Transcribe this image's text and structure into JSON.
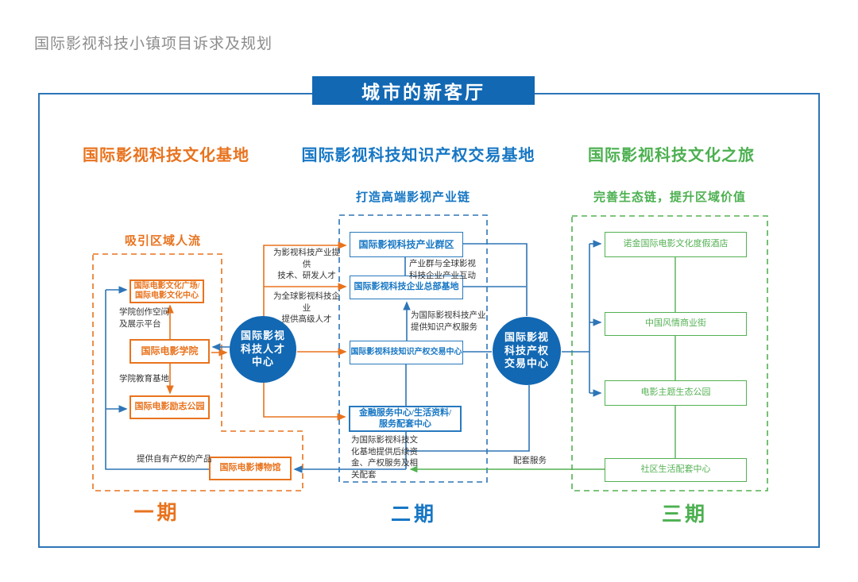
{
  "page_title": "国际影视科技小镇项目诉求及规划",
  "banner": "城市的新客厅",
  "phase1": {
    "header": "国际影视科技文化基地",
    "subheader": "吸引区域人流",
    "box_plaza": "国际电影文化广场/\n国际电影文化中心",
    "box_academy": "国际电影学院",
    "box_park": "国际电影励志公园",
    "box_museum": "国际电影博物馆",
    "label_creation_space": "学院创作空间\n及展示平台",
    "label_education": "学院教育基地",
    "label_products": "提供自有产权的产品",
    "phase_label": "一期"
  },
  "phase2": {
    "header": "国际影视科技知识产权交易基地",
    "subheader": "打造高端影视产业链",
    "box_cluster": "国际影视科技产业群区",
    "box_hq": "国际影视科技企业总部基地",
    "box_ip_center": "国际影视科技知识产权交易中心",
    "box_finance": "金融服务中心/生活资料/\n服务配套中心",
    "circle_talent": "国际影视\n科技人才\n中心",
    "circle_ip": "国际影视\n科技产权\n交易中心",
    "label_tech_talent": "为影视科技产业提供\n技术、研发人才",
    "label_senior_talent": "为全球影视科技企业\n提供高级人才",
    "label_interaction": "产业群与全球影视\n科技企业产业互动",
    "label_ip_service": "为国际影视科技产业\n提供知识产权服务",
    "label_funding": "为国际影视科技文\n化基地提供后续资\n金、产权服务及相\n关配套",
    "label_support": "配套服务",
    "phase_label": "二期"
  },
  "phase3": {
    "header": "国际影视科技文化之旅",
    "subheader": "完善生态链，提升区域价值",
    "box_hotel": "诺金国际电影文化度假酒店",
    "box_street": "中国风情商业街",
    "box_ecopark": "电影主题生态公园",
    "box_community": "社区生活配套中心",
    "phase_label": "三期"
  },
  "colors": {
    "orange": "#E8731E",
    "blue_fill": "#1268B3",
    "blue_line": "#2E75B6",
    "blue_text": "#1777C4",
    "green": "#53B152",
    "text_dark": "#333333",
    "title_gray": "#8C8C8C"
  }
}
